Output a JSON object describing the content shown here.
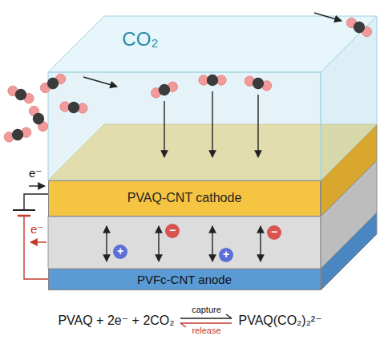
{
  "diagram": {
    "nodes": [
      {
        "text": [
          "CO₂"
        ]
      },
      {
        "text": [
          "PVAQ-CNT cathode"
        ]
      },
      {
        "text": [
          "PVFc-CNT anode"
        ]
      }
    ],
    "labels": [
      "e⁻",
      "e⁻",
      "+",
      "−",
      "+",
      "−",
      "PVAQ + 2e⁻ + 2CO₂",
      "capture",
      "release",
      "PVAQ(CO₂)₂²⁻"
    ]
  }
}
